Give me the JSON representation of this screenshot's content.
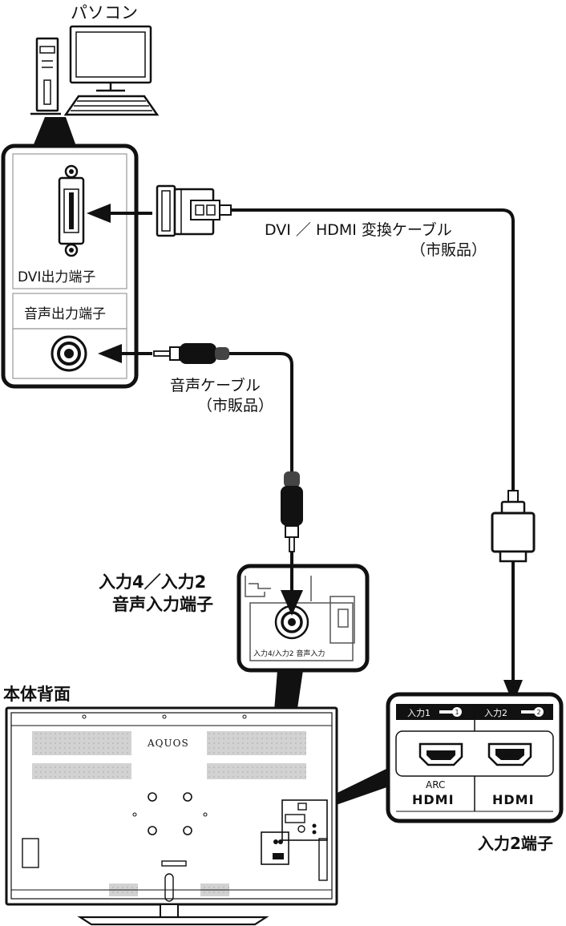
{
  "labels": {
    "pc": "パソコン",
    "dvi_out": "DVI出力端子",
    "audio_out": "音声出力端子",
    "dvi_cable": "DVI ／ HDMI 変換ケーブル",
    "dvi_cable_note": "（市販品）",
    "audio_cable": "音声ケーブル",
    "audio_cable_note": "（市販品）",
    "audio_in_line1": "入力4／入力2",
    "audio_in_line2": "音声入力端子",
    "audio_in_small": "入力4/入力2 音声入力",
    "rear": "本体背面",
    "brand": "AQUOS",
    "in1": "入力1",
    "in2": "入力2",
    "arc": "ARC",
    "hdmi1": "HDMI",
    "hdmi2": "HDMI",
    "port": "入力2端子"
  }
}
